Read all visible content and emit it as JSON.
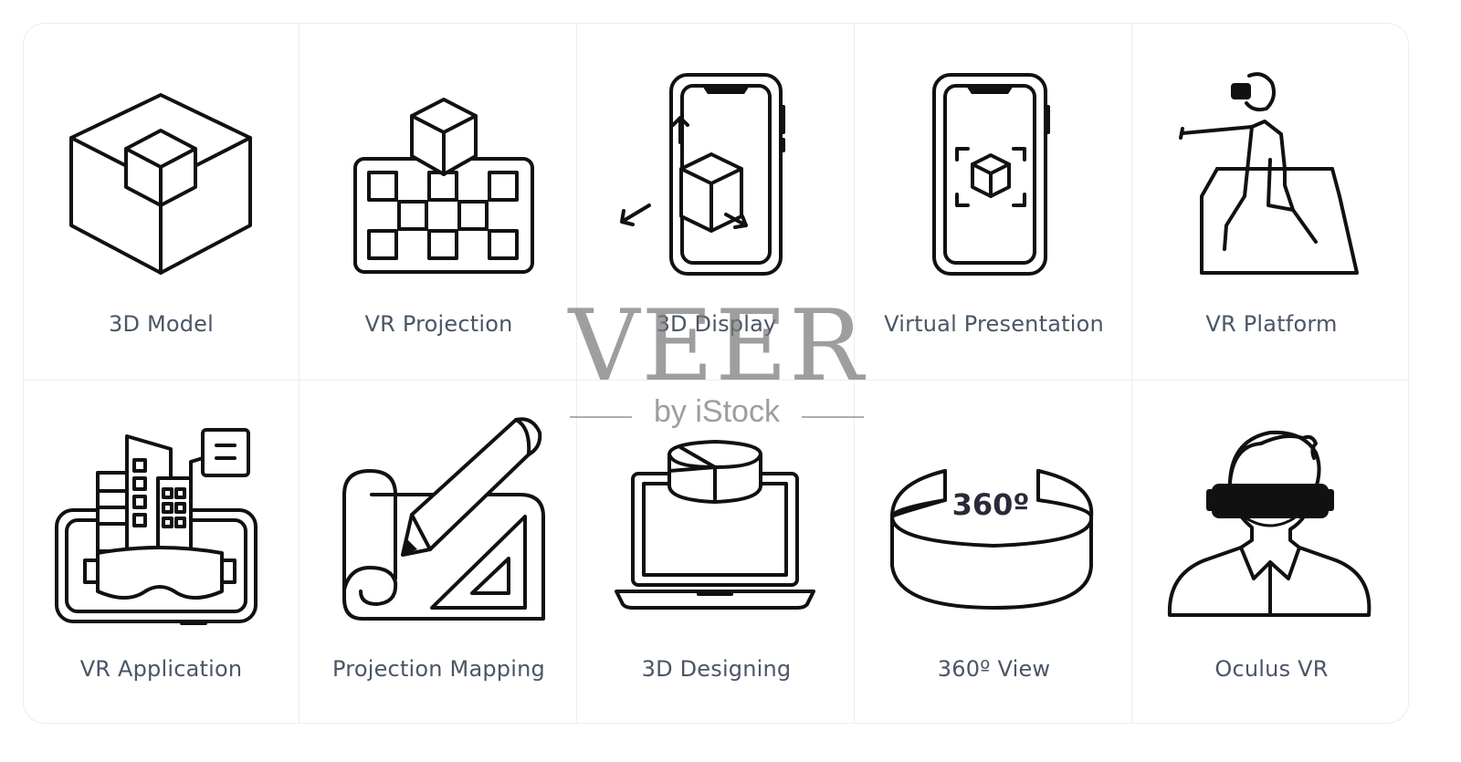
{
  "icons": [
    {
      "label": "3D Model",
      "icon": "3d-model-icon"
    },
    {
      "label": "VR Projection",
      "icon": "vr-projection-icon"
    },
    {
      "label": "3D Display",
      "icon": "3d-display-icon"
    },
    {
      "label": "Virtual Presentation",
      "icon": "virtual-presentation-icon"
    },
    {
      "label": "VR Platform",
      "icon": "vr-platform-icon"
    },
    {
      "label": "VR Application",
      "icon": "vr-application-icon"
    },
    {
      "label": "Projection Mapping",
      "icon": "projection-mapping-icon"
    },
    {
      "label": "3D Designing",
      "icon": "3d-designing-icon"
    },
    {
      "label": "360º  View",
      "icon": "360-view-icon",
      "badge": "360º"
    },
    {
      "label": "Oculus VR",
      "icon": "oculus-vr-icon"
    }
  ],
  "watermark": {
    "brand": "VEER",
    "tagline": "by iStock"
  },
  "colors": {
    "stroke": "#111111",
    "label": "#4a5566",
    "divider": "#ededed"
  }
}
